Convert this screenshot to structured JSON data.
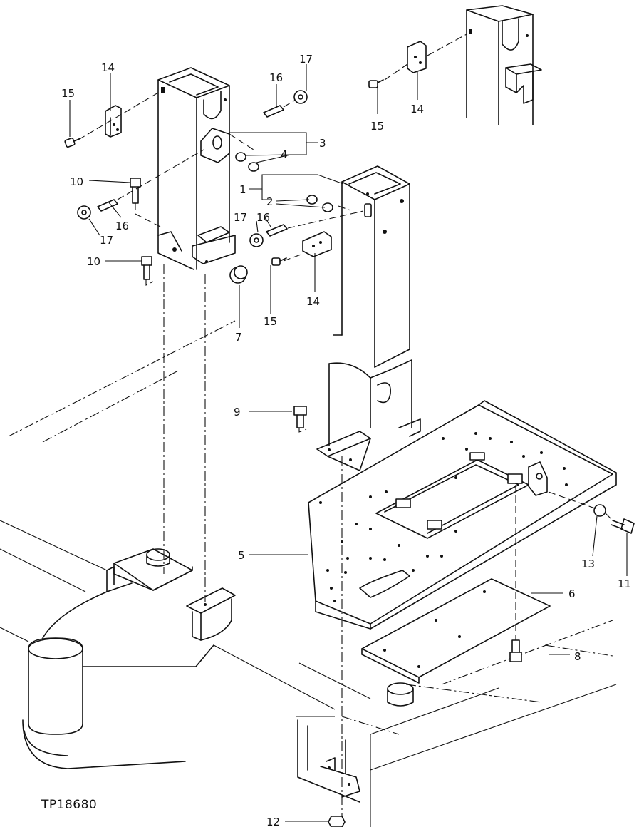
{
  "figure_id": "TP18680",
  "callouts": [
    "1",
    "2",
    "3",
    "4",
    "5",
    "6",
    "7",
    "8",
    "9",
    "10",
    "11",
    "12",
    "13",
    "14",
    "15",
    "16",
    "17"
  ]
}
